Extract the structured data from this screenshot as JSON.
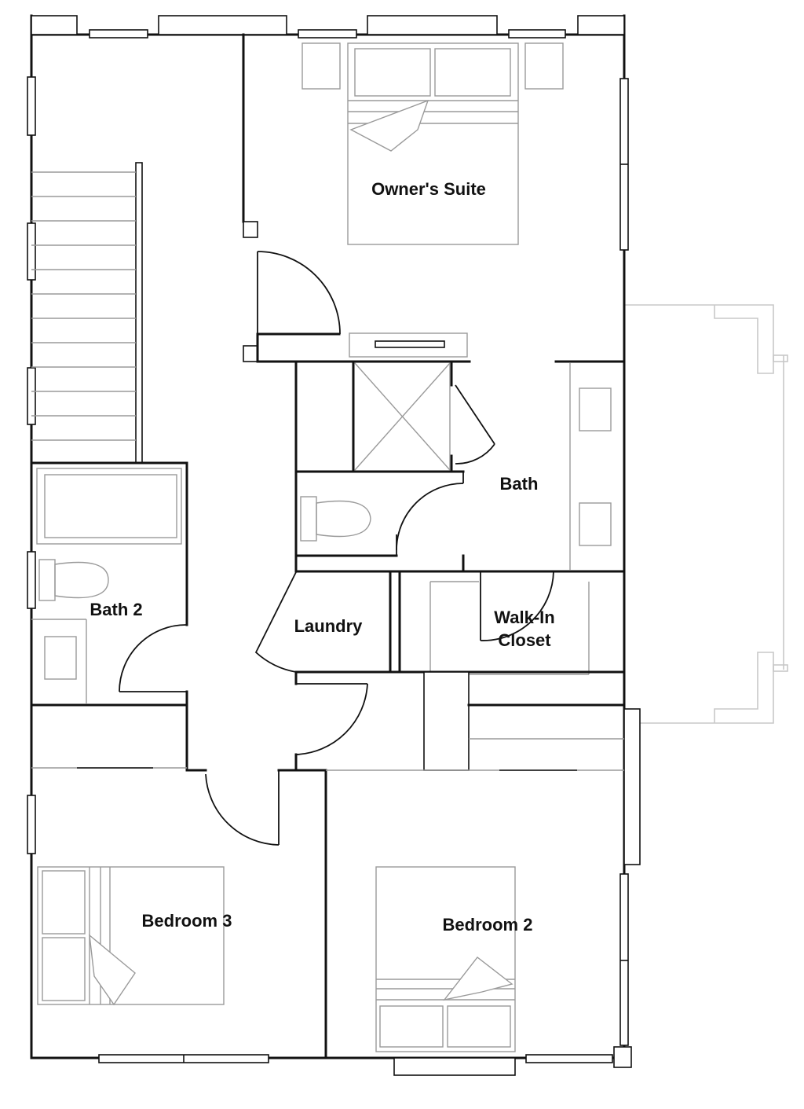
{
  "floorplan": {
    "rooms": {
      "owners_suite": "Owner's Suite",
      "bath": "Bath",
      "bath_2": "Bath 2",
      "laundry": "Laundry",
      "walk_in_closet_line1": "Walk-In",
      "walk_in_closet_line2": "Closet",
      "bedroom_3": "Bedroom 3",
      "bedroom_2": "Bedroom 2"
    }
  }
}
